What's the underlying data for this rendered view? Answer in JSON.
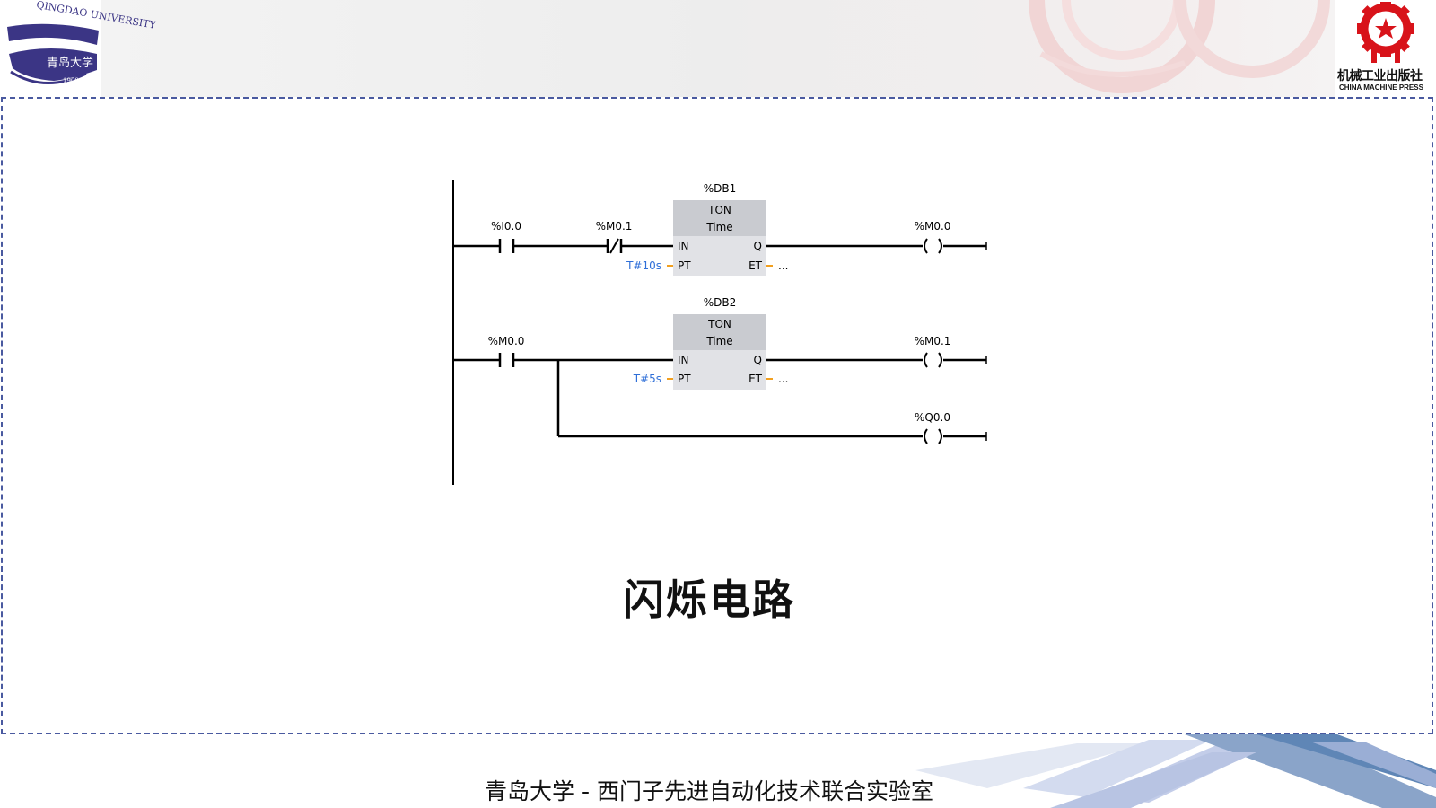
{
  "header": {
    "university_logo": {
      "ring_text": "QINGDAO UNIVERSITY",
      "chinese": "青岛大学",
      "year": "1909"
    },
    "publisher_logo": {
      "chinese": "机械工业出版社",
      "english": "CHINA MACHINE PRESS"
    }
  },
  "ladder": {
    "network1": {
      "block_instance": "%DB1",
      "block_type": "TON",
      "block_subtype": "Time",
      "contact1": "%I0.0",
      "contact2": "%M0.1",
      "coil": "%M0.0",
      "pin_in": "IN",
      "pin_pt": "PT",
      "pin_q": "Q",
      "pin_et": "ET",
      "pt_value": "T#10s",
      "et_value": "..."
    },
    "network2": {
      "block_instance": "%DB2",
      "block_type": "TON",
      "block_subtype": "Time",
      "contact1": "%M0.0",
      "coil": "%M0.1",
      "pin_in": "IN",
      "pin_pt": "PT",
      "pin_q": "Q",
      "pin_et": "ET",
      "pt_value": "T#5s",
      "et_value": "...",
      "coil2": "%Q0.0"
    }
  },
  "caption": "闪烁电路",
  "footer": "青岛大学 - 西门子先进自动化技术联合实验室",
  "colors": {
    "frame": "#4a5aa0",
    "block_header": "#c9cbd0",
    "block_body": "#e1e2e6",
    "pt_value": "#2f6fd8",
    "pin_stub": "#f2a020",
    "logo_blue": "#3b3585",
    "logo_red": "#d8131a"
  }
}
